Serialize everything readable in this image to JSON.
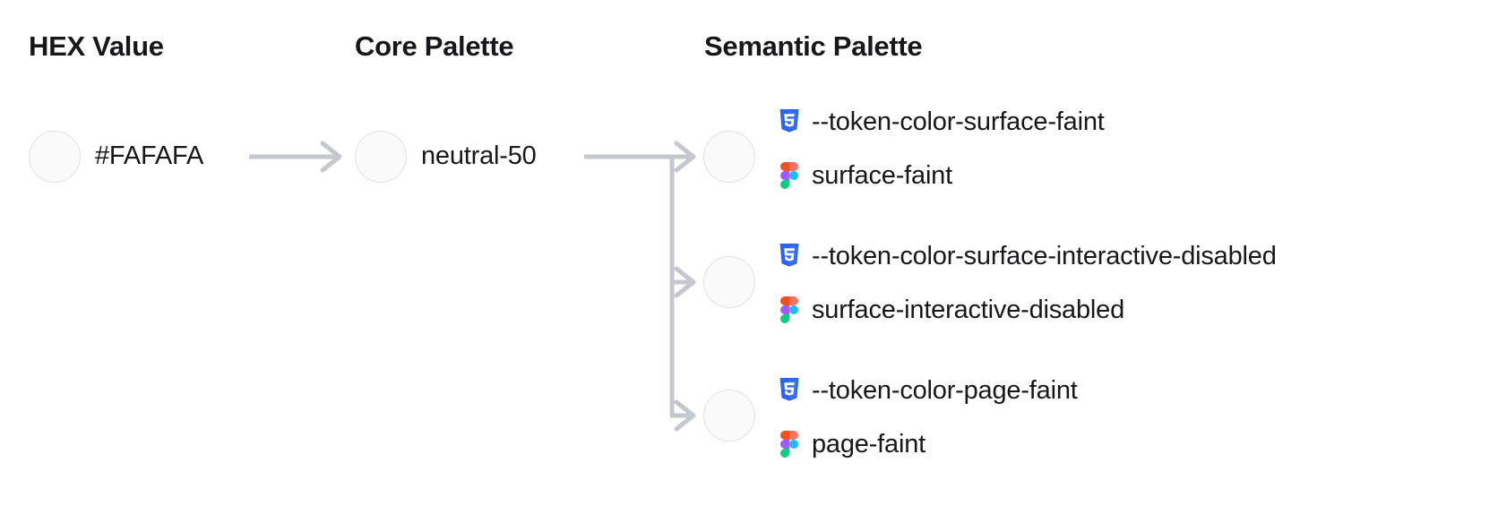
{
  "columns": {
    "hex": {
      "heading": "HEX Value"
    },
    "core": {
      "heading": "Core Palette"
    },
    "semantic": {
      "heading": "Semantic Palette"
    }
  },
  "hex_value": {
    "label": "#FAFAFA",
    "swatch_color": "#FAFAFA"
  },
  "core_value": {
    "label": "neutral-50",
    "swatch_color": "#FAFAFA"
  },
  "semantic_tokens": [
    {
      "swatch_color": "#FAFAFA",
      "css_icon": "css3-icon",
      "css_token": "--token-color-surface-faint",
      "figma_icon": "figma-icon",
      "figma_token": "surface-faint"
    },
    {
      "swatch_color": "#FAFAFA",
      "css_icon": "css3-icon",
      "css_token": "--token-color-surface-interactive-disabled",
      "figma_icon": "figma-icon",
      "figma_token": "surface-interactive-disabled"
    },
    {
      "swatch_color": "#FAFAFA",
      "css_icon": "css3-icon",
      "css_token": "--token-color-page-faint",
      "figma_icon": "figma-icon",
      "figma_token": "page-faint"
    }
  ],
  "theme": {
    "text_color": "#17181C",
    "connector_color": "#C5C7CE",
    "swatch_border": "#E2E2E6",
    "css3_blue": "#2965F1",
    "figma_red": "#F24E1E",
    "figma_salmon": "#FF7262",
    "figma_purple": "#A259FF",
    "figma_blue": "#1ABCFE",
    "figma_green": "#0ACF83"
  }
}
